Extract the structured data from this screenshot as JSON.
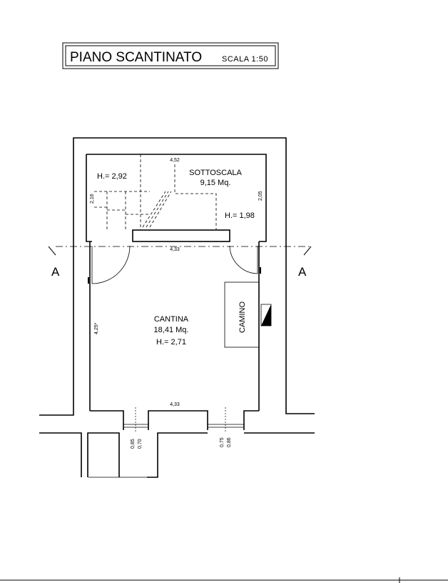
{
  "title_block": {
    "title": "PIANO SCANTINATO",
    "scale": "SCALA 1:50"
  },
  "rooms": {
    "sottoscala": {
      "name": "SOTTOSCALA",
      "area": "9,15 Mq.",
      "height_left": "H.= 2,92",
      "height_right": "H.= 1,98"
    },
    "cantina": {
      "name": "CANTINA",
      "area": "18,41 Mq.",
      "height": "H.= 2,71"
    },
    "camino": {
      "name": "CAMINO"
    }
  },
  "dimensions": {
    "top_width": "4,52",
    "left_small": "2,16",
    "right_small": "2,05",
    "mid_width": "4,33",
    "left_height": "4,25*",
    "bottom_width": "4,33",
    "window_left_a": "0,85",
    "window_left_b": "0,70",
    "window_right_a": "0,75",
    "window_right_b": "0,86"
  },
  "section_markers": {
    "left": "A",
    "right": "A"
  }
}
